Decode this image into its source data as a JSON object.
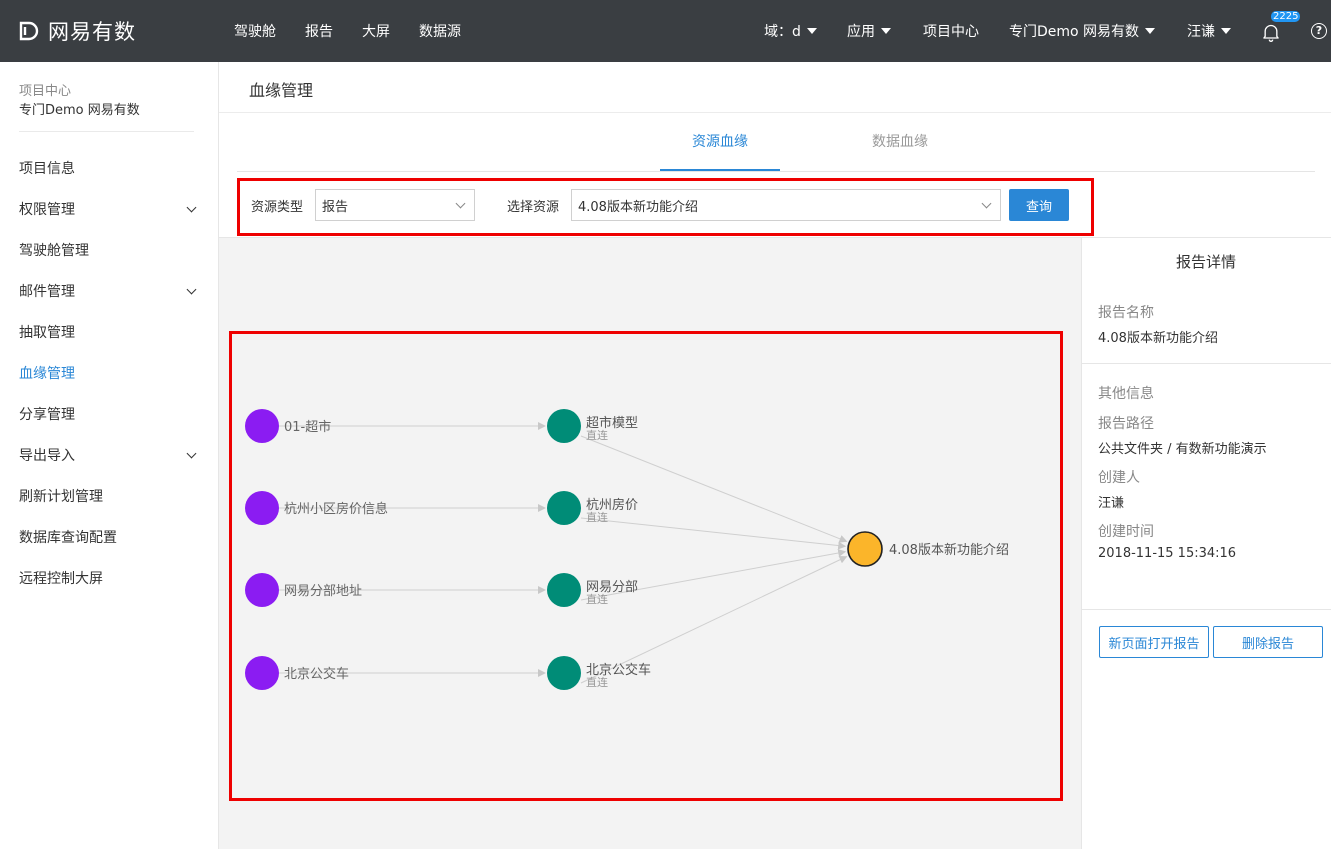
{
  "topbar": {
    "brand": "网易有数",
    "nav": [
      "驾驶舱",
      "报告",
      "大屏",
      "数据源"
    ],
    "domain": "域：d",
    "apps": "应用",
    "project_center": "项目中心",
    "project": "专门Demo 网易有数",
    "user": "汪谦",
    "notification_count": "2225",
    "help": "?"
  },
  "sidebar": {
    "project_label": "项目中心",
    "project_name": "专门Demo 网易有数",
    "items": [
      {
        "label": "项目信息"
      },
      {
        "label": "权限管理"
      },
      {
        "label": "驾驶舱管理"
      },
      {
        "label": "邮件管理"
      },
      {
        "label": "抽取管理"
      },
      {
        "label": "血缘管理"
      },
      {
        "label": "分享管理"
      },
      {
        "label": "导出导入"
      },
      {
        "label": "刷新计划管理"
      },
      {
        "label": "数据库查询配置"
      },
      {
        "label": "远程控制大屏"
      }
    ]
  },
  "main": {
    "title": "血缘管理",
    "tabs": [
      "资源血缘",
      "数据血缘"
    ],
    "filter": {
      "type_label": "资源类型",
      "type_value": "报告",
      "resource_label": "选择资源",
      "resource_value": "4.08版本新功能介绍",
      "query_label": "查询"
    }
  },
  "graph": {
    "sources": [
      "01-超市",
      "杭州小区房价信息",
      "网易分部地址",
      "北京公交车"
    ],
    "models": [
      {
        "name": "超市模型",
        "sub": "直连"
      },
      {
        "name": "杭州房价",
        "sub": "直连"
      },
      {
        "name": "网易分部",
        "sub": "直连"
      },
      {
        "name": "北京公交车",
        "sub": "直连"
      }
    ],
    "target": "4.08版本新功能介绍",
    "colors": {
      "source": "#8b1cf2",
      "model": "#008c77",
      "target": "#fbb52a"
    }
  },
  "details": {
    "title": "报告详情",
    "name_label": "报告名称",
    "name_value": "4.08版本新功能介绍",
    "other_label": "其他信息",
    "path_label": "报告路径",
    "path_value": "公共文件夹 / 有数新功能演示",
    "creator_label": "创建人",
    "creator_value": "汪谦",
    "created_label": "创建时间",
    "created_value": "2018-11-15 15:34:16",
    "open_button": "新页面打开报告",
    "delete_button": "删除报告"
  }
}
